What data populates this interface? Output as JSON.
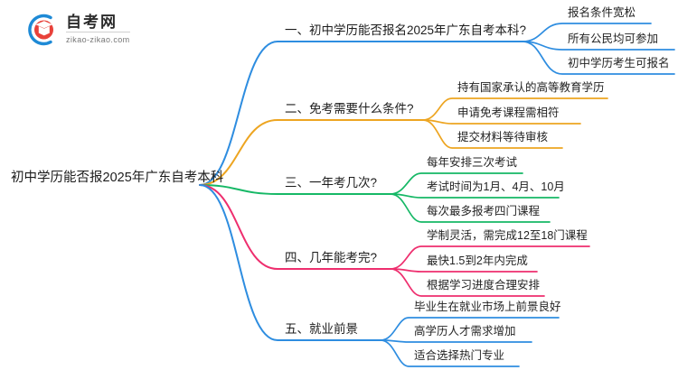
{
  "logo": {
    "title": "自考网",
    "subtitle": "zikao-zikao.com",
    "mark_icon": "graduation-book-icon",
    "arc_color": "#1e8ad6",
    "cap_color": "#e8413a"
  },
  "mindmap": {
    "root": {
      "label": "初中学历能否报2025年广东自考本科",
      "color": "#1c1c1c"
    },
    "branches": [
      {
        "label": "一、初中学历能否报名2025年广东自考本科?",
        "color": "#2e8de0",
        "children": [
          {
            "label": "报名条件宽松"
          },
          {
            "label": "所有公民均可参加"
          },
          {
            "label": "初中学历考生可报名"
          }
        ]
      },
      {
        "label": "二、免考需要什么条件?",
        "color": "#eda521",
        "children": [
          {
            "label": "持有国家承认的高等教育学历"
          },
          {
            "label": "申请免考课程需相符"
          },
          {
            "label": "提交材料等待审核"
          }
        ]
      },
      {
        "label": "三、一年考几次?",
        "color": "#16b866",
        "children": [
          {
            "label": "每年安排三次考试"
          },
          {
            "label": "考试时间为1月、4月、10月"
          },
          {
            "label": "每次最多报考四门课程"
          }
        ]
      },
      {
        "label": "四、几年能考完?",
        "color": "#ee2e6e",
        "children": [
          {
            "label": "学制灵活，需完成12至18门课程"
          },
          {
            "label": "最快1.5到2年内完成"
          },
          {
            "label": "根据学习进度合理安排"
          }
        ]
      },
      {
        "label": "五、就业前景",
        "color": "#2e8de0",
        "children": [
          {
            "label": "毕业生在就业市场上前景良好"
          },
          {
            "label": "高学历人才需求增加"
          },
          {
            "label": "适合选择热门专业"
          }
        ]
      }
    ]
  }
}
